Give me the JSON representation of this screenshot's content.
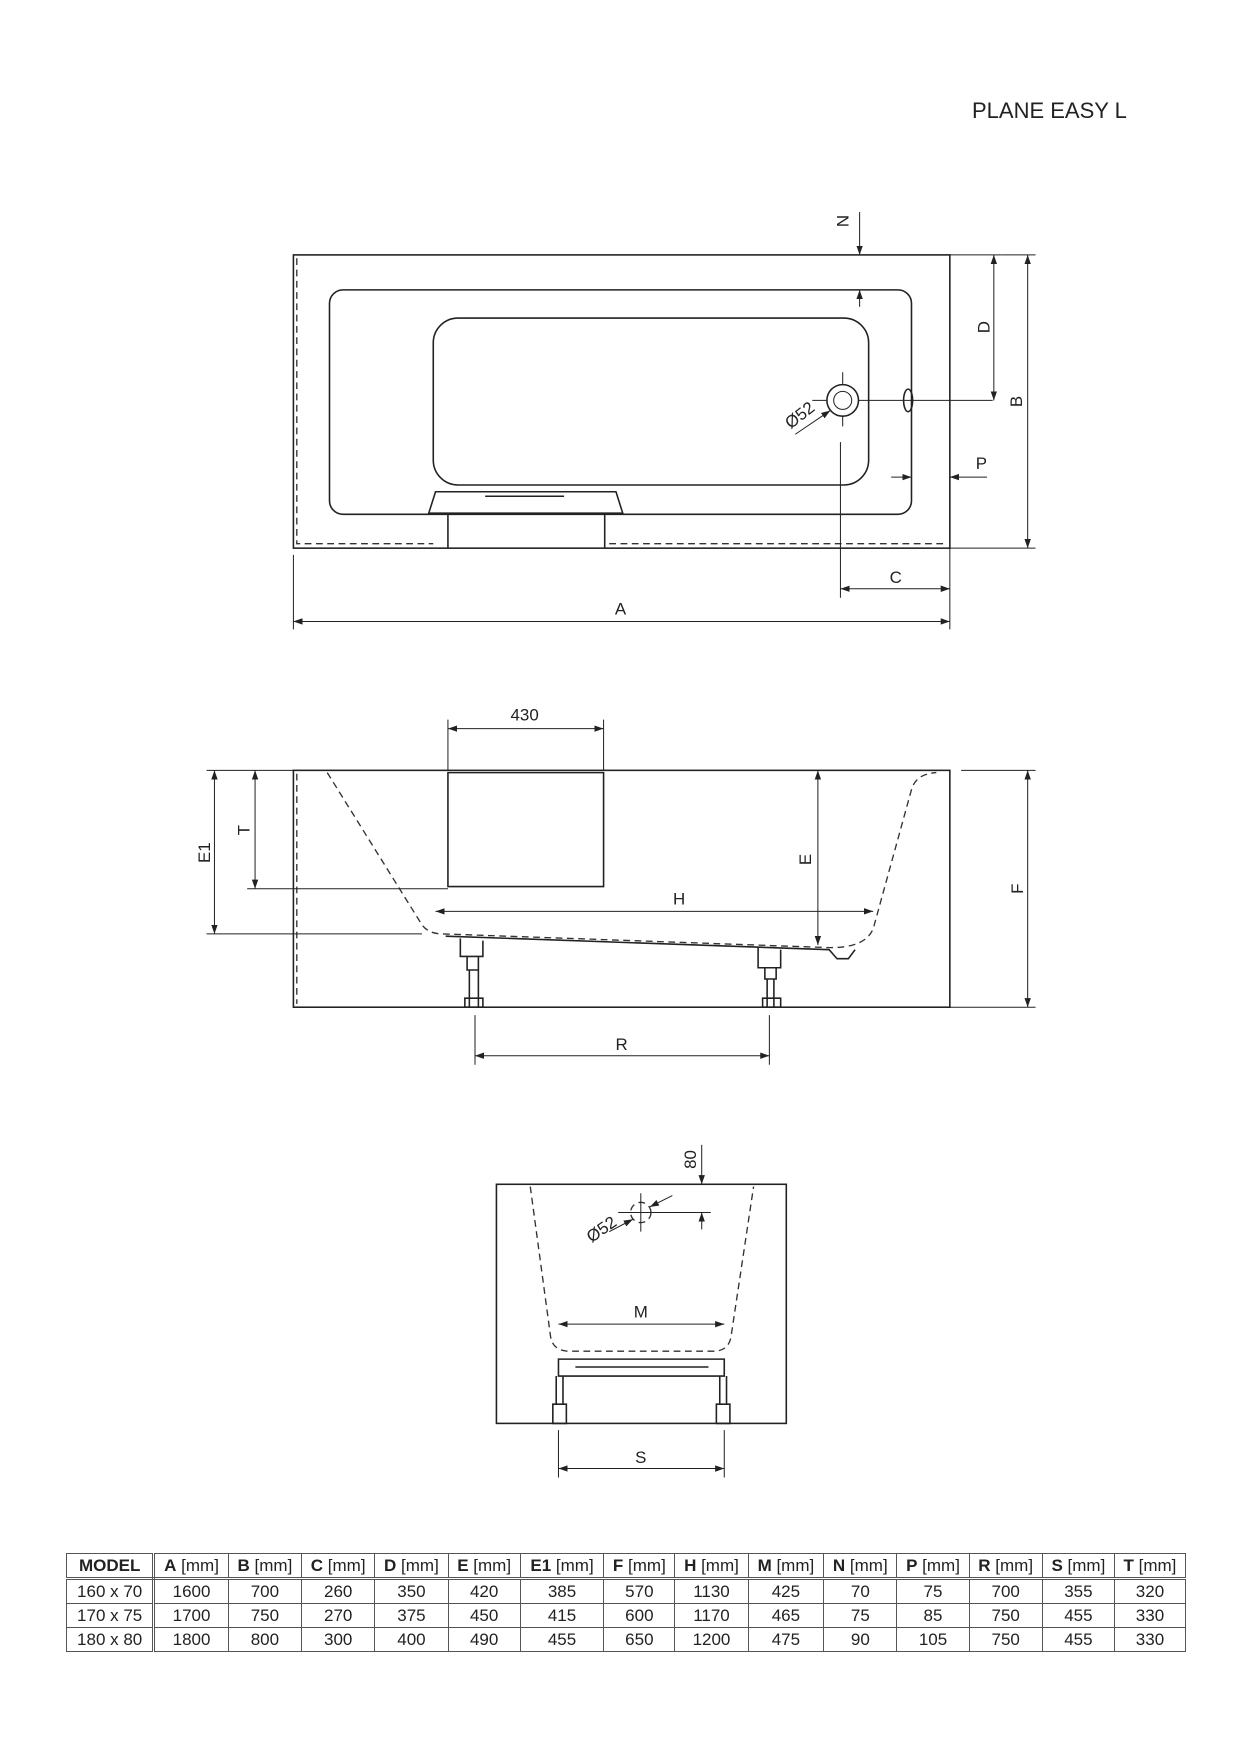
{
  "title": "PLANE EASY L",
  "labels": {
    "N": "N",
    "D": "D",
    "B": "B",
    "P": "P",
    "C": "C",
    "A": "A",
    "drain_top": "Ø52",
    "width_430": "430",
    "E1": "E1",
    "T": "T",
    "H": "H",
    "E": "E",
    "F": "F",
    "R": "R",
    "dim_80": "80",
    "drain_end": "Ø52",
    "M": "M",
    "S": "S"
  },
  "table": {
    "headers": [
      {
        "key": "MODEL",
        "unit": ""
      },
      {
        "key": "A",
        "unit": " [mm]"
      },
      {
        "key": "B",
        "unit": " [mm]"
      },
      {
        "key": "C",
        "unit": " [mm]"
      },
      {
        "key": "D",
        "unit": " [mm]"
      },
      {
        "key": "E",
        "unit": " [mm]"
      },
      {
        "key": "E1",
        "unit": " [mm]"
      },
      {
        "key": "F",
        "unit": " [mm]"
      },
      {
        "key": "H",
        "unit": " [mm]"
      },
      {
        "key": "M",
        "unit": " [mm]"
      },
      {
        "key": "N",
        "unit": " [mm]"
      },
      {
        "key": "P",
        "unit": " [mm]"
      },
      {
        "key": "R",
        "unit": " [mm]"
      },
      {
        "key": "S",
        "unit": " [mm]"
      },
      {
        "key": "T",
        "unit": " [mm]"
      }
    ],
    "rows": [
      [
        "160 x 70",
        "1600",
        "700",
        "260",
        "350",
        "420",
        "385",
        "570",
        "1130",
        "425",
        "70",
        "75",
        "700",
        "355",
        "320"
      ],
      [
        "170 x 75",
        "1700",
        "750",
        "270",
        "375",
        "450",
        "415",
        "600",
        "1170",
        "465",
        "75",
        "85",
        "750",
        "455",
        "330"
      ],
      [
        "180 x 80",
        "1800",
        "800",
        "300",
        "400",
        "490",
        "455",
        "650",
        "1200",
        "475",
        "90",
        "105",
        "750",
        "455",
        "330"
      ]
    ]
  }
}
